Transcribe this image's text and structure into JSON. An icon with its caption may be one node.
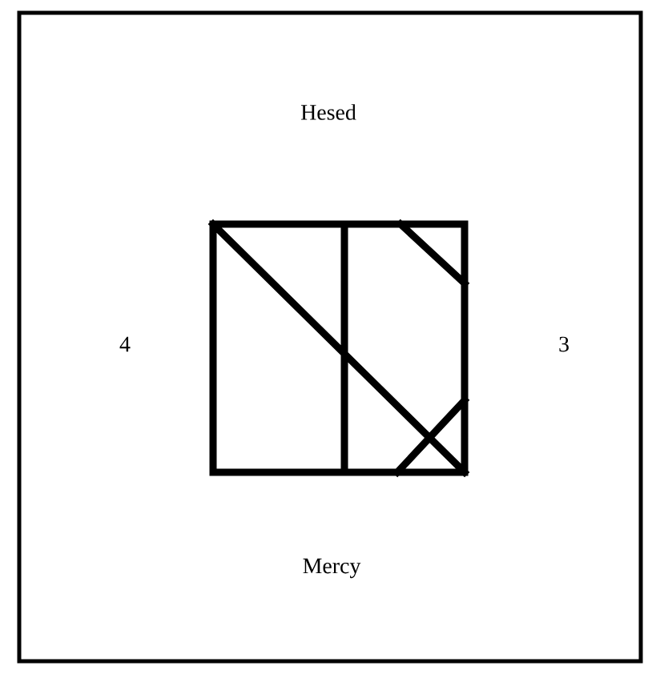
{
  "diagram": {
    "labels": [
      "Hesed",
      "4",
      "3",
      "Mercy"
    ]
  }
}
